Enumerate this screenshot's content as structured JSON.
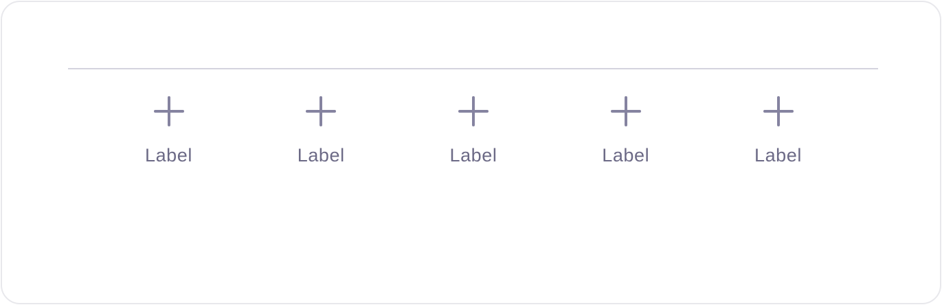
{
  "colors": {
    "card_border": "#e8e8ec",
    "divider": "#d4d3de",
    "icon": "#8583a0",
    "label": "#6c6a86",
    "background": "#ffffff"
  },
  "tabs": [
    {
      "icon": "plus-icon",
      "label": "Label"
    },
    {
      "icon": "plus-icon",
      "label": "Label"
    },
    {
      "icon": "plus-icon",
      "label": "Label"
    },
    {
      "icon": "plus-icon",
      "label": "Label"
    },
    {
      "icon": "plus-icon",
      "label": "Label"
    }
  ]
}
